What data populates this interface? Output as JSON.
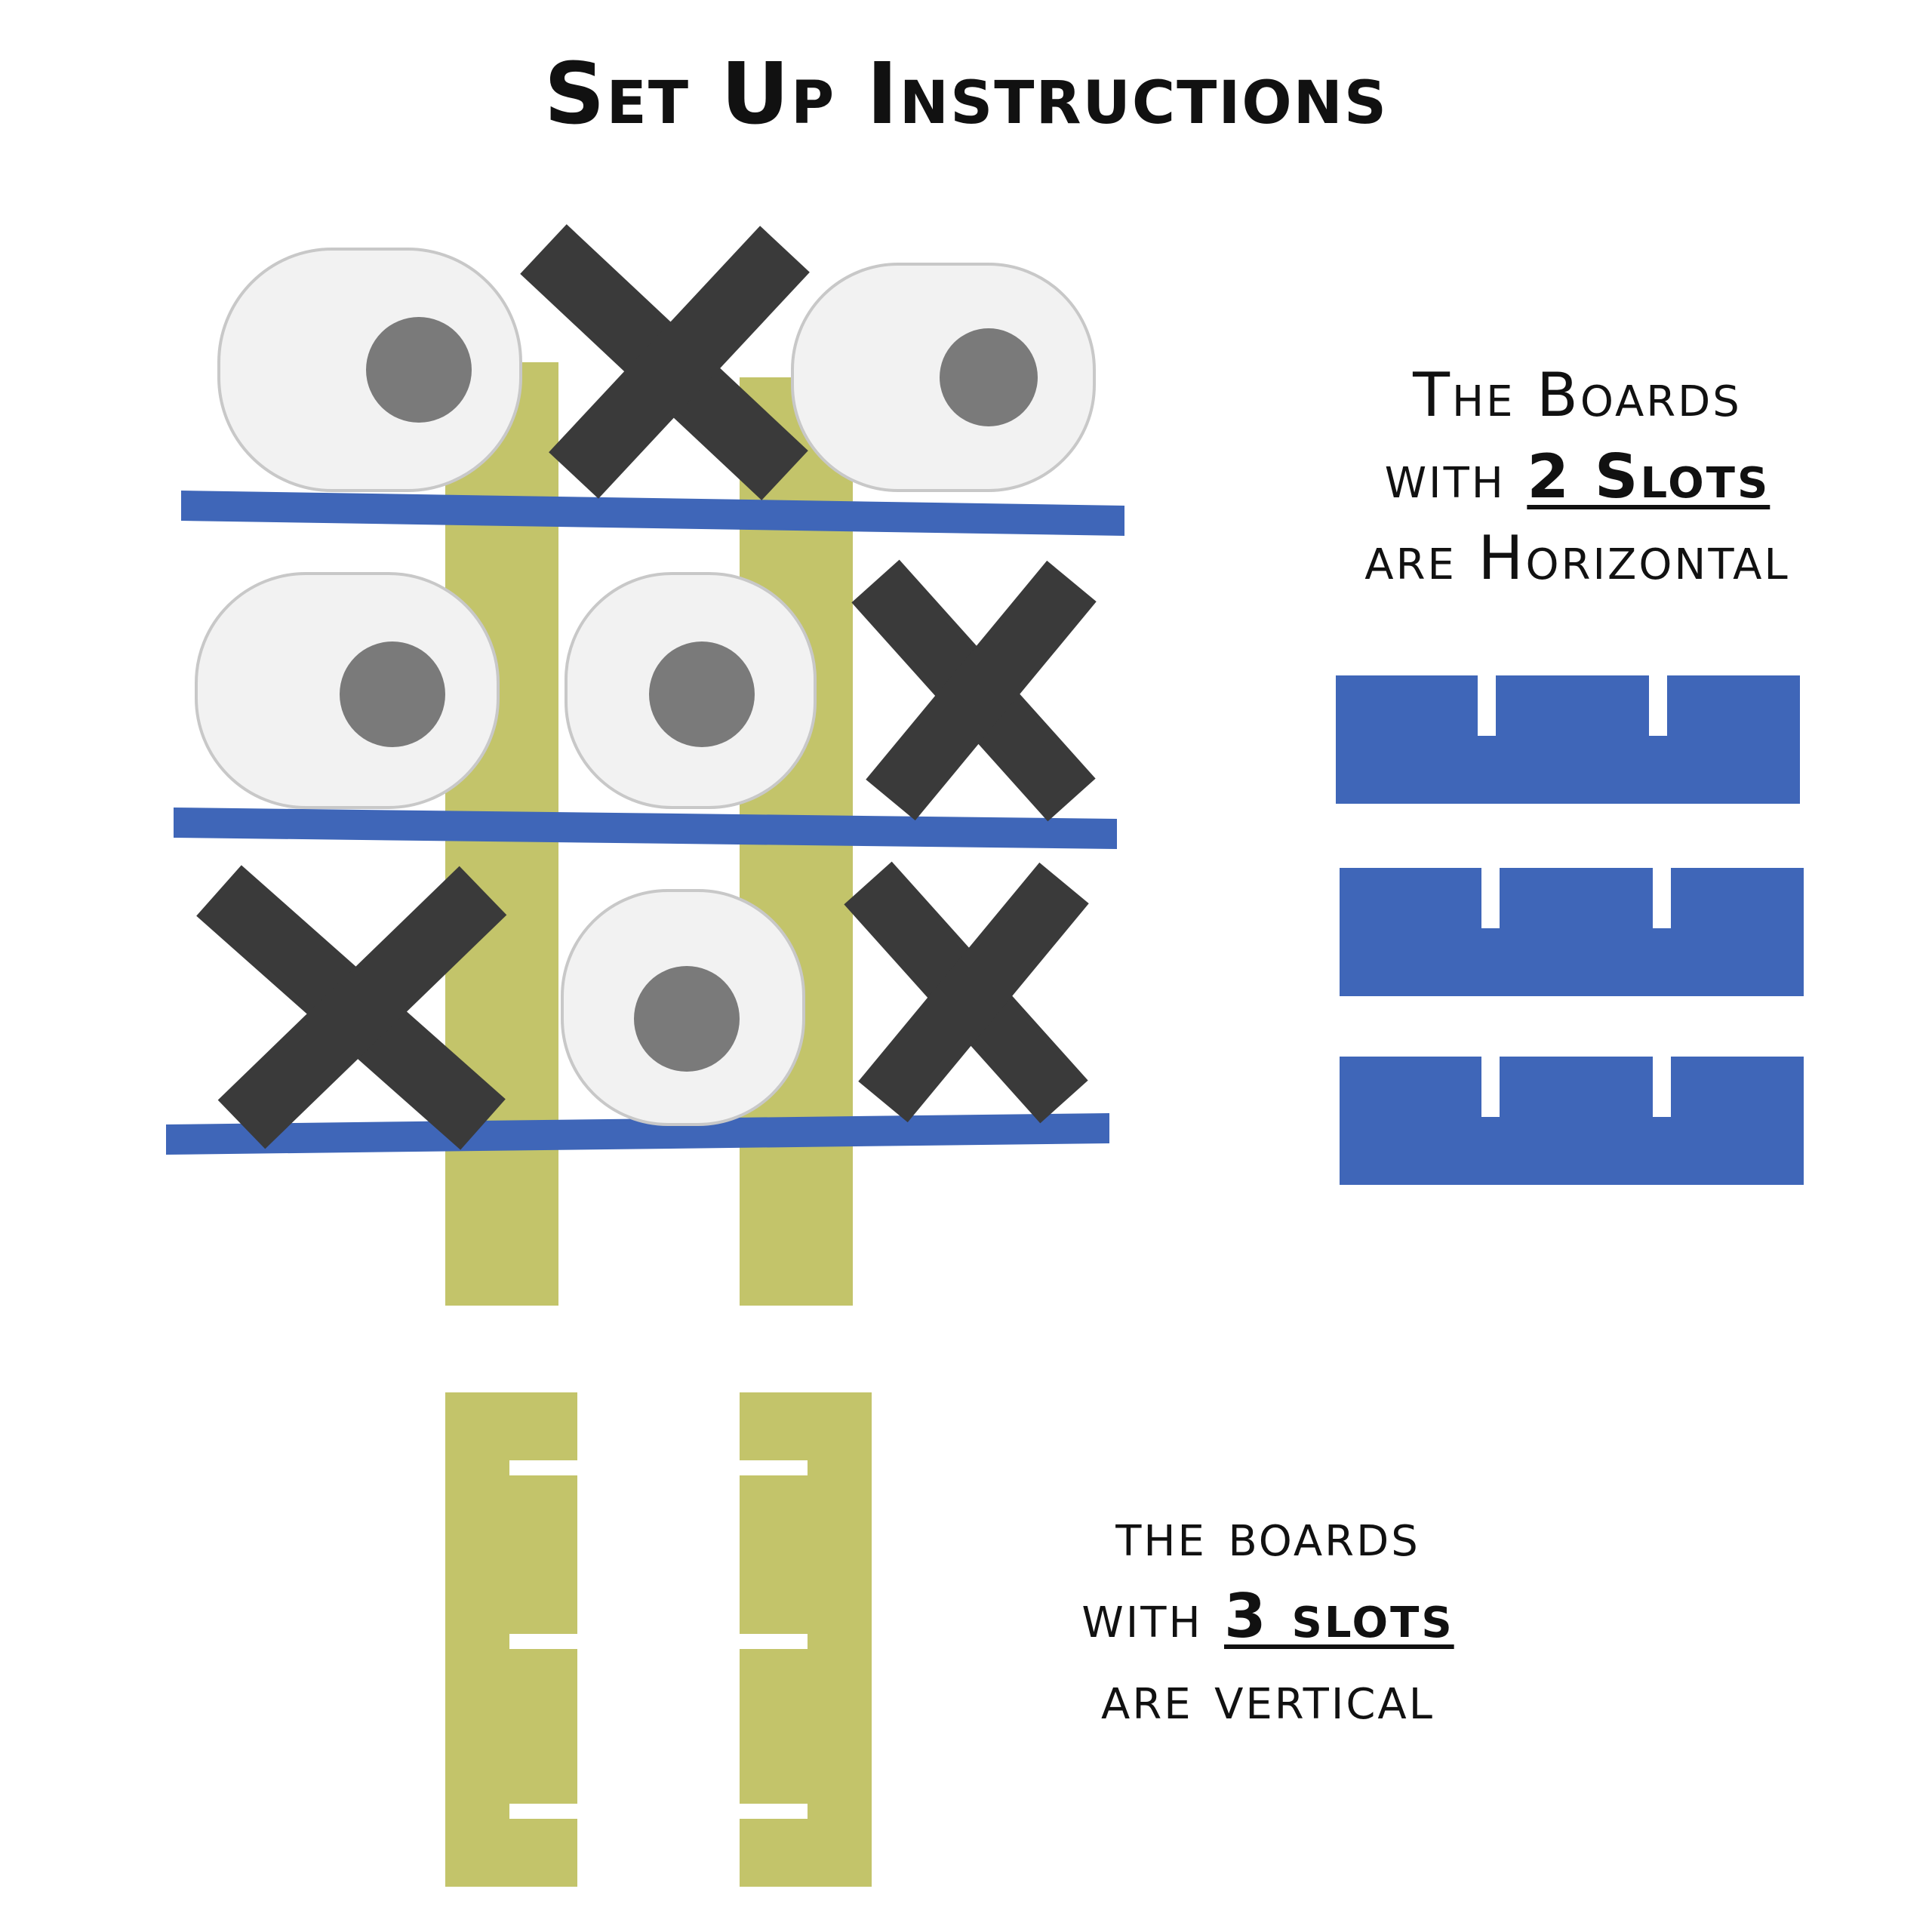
{
  "title": "Set Up Instructions",
  "horizontal_note": {
    "line1": "The Boards",
    "line2_prefix": "with ",
    "line2_emph": "2 Slots",
    "line3": "are Horizontal"
  },
  "vertical_note": {
    "line1": "the boards",
    "line2_prefix": "with ",
    "line2_emph": "3 slots",
    "line3": "are vertical"
  },
  "colors": {
    "horizontal_board": "#3f66b8",
    "vertical_board": "#c3c46a",
    "x_piece": "#3a3a3a",
    "toilet_roll": "#f2f2f2"
  },
  "grid": [
    [
      "O",
      "X",
      "O"
    ],
    [
      "O",
      "O",
      "X"
    ],
    [
      "X",
      "O",
      "X"
    ]
  ]
}
